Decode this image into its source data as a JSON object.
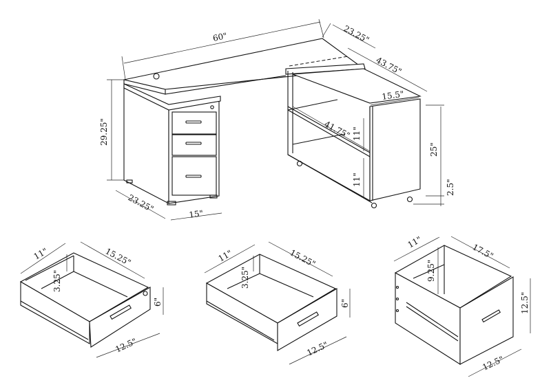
{
  "desk": {
    "top_width": "60\"",
    "return_depth": "23.25\"",
    "return_length": "43.75\"",
    "return_cabinet_width": "15.5\"",
    "shelf_length": "41.75\"",
    "upper_shelf_height": "11\"",
    "lower_shelf_height": "11\"",
    "return_height": "25\"",
    "caster_height": "2.5\"",
    "desk_height": "29.25\"",
    "pedestal_depth": "23.25\"",
    "pedestal_width": "15\""
  },
  "drawers": [
    {
      "name": "top-drawer",
      "depth": "11\"",
      "length": "15.25\"",
      "inner_height": "3.25\"",
      "front_height": "6\"",
      "front_width": "12.5\""
    },
    {
      "name": "middle-drawer",
      "depth": "11\"",
      "length": "15.25\"",
      "inner_height": "3.25\"",
      "front_height": "6\"",
      "front_width": "12.5\""
    },
    {
      "name": "file-drawer",
      "depth": "11\"",
      "length": "17.5\"",
      "inner_height": "9.25\"",
      "front_height": "12.5\"",
      "front_width": "12.5\""
    }
  ],
  "colors": {
    "line": "#111111",
    "background": "#ffffff"
  }
}
